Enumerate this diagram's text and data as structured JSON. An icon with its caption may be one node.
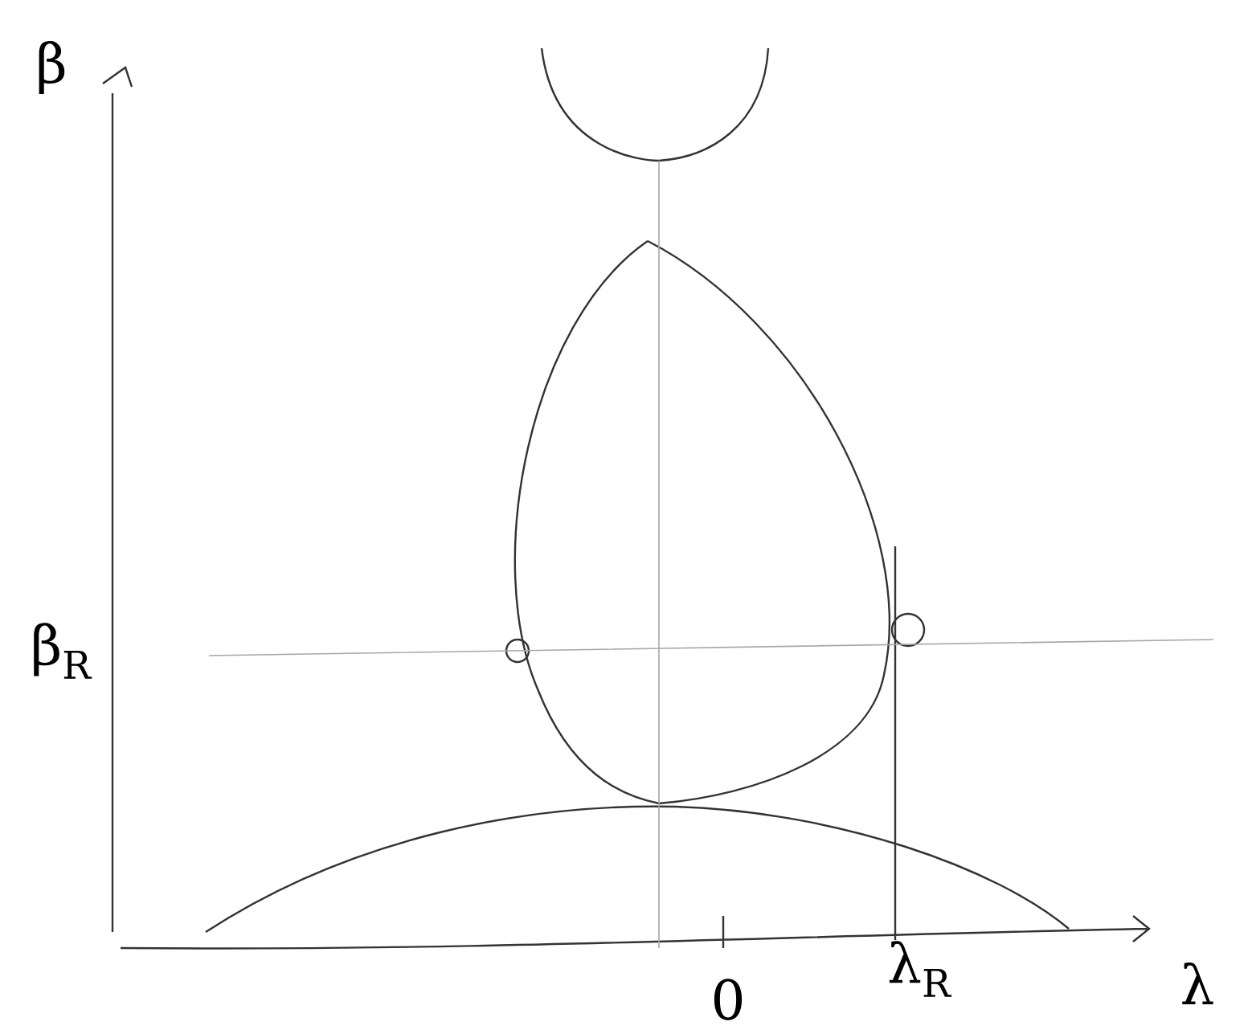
{
  "diagram": {
    "labels": [
      "β",
      "β$_{R}$",
      "0",
      "λ$_{R}$",
      "λ"
    ]
  }
}
